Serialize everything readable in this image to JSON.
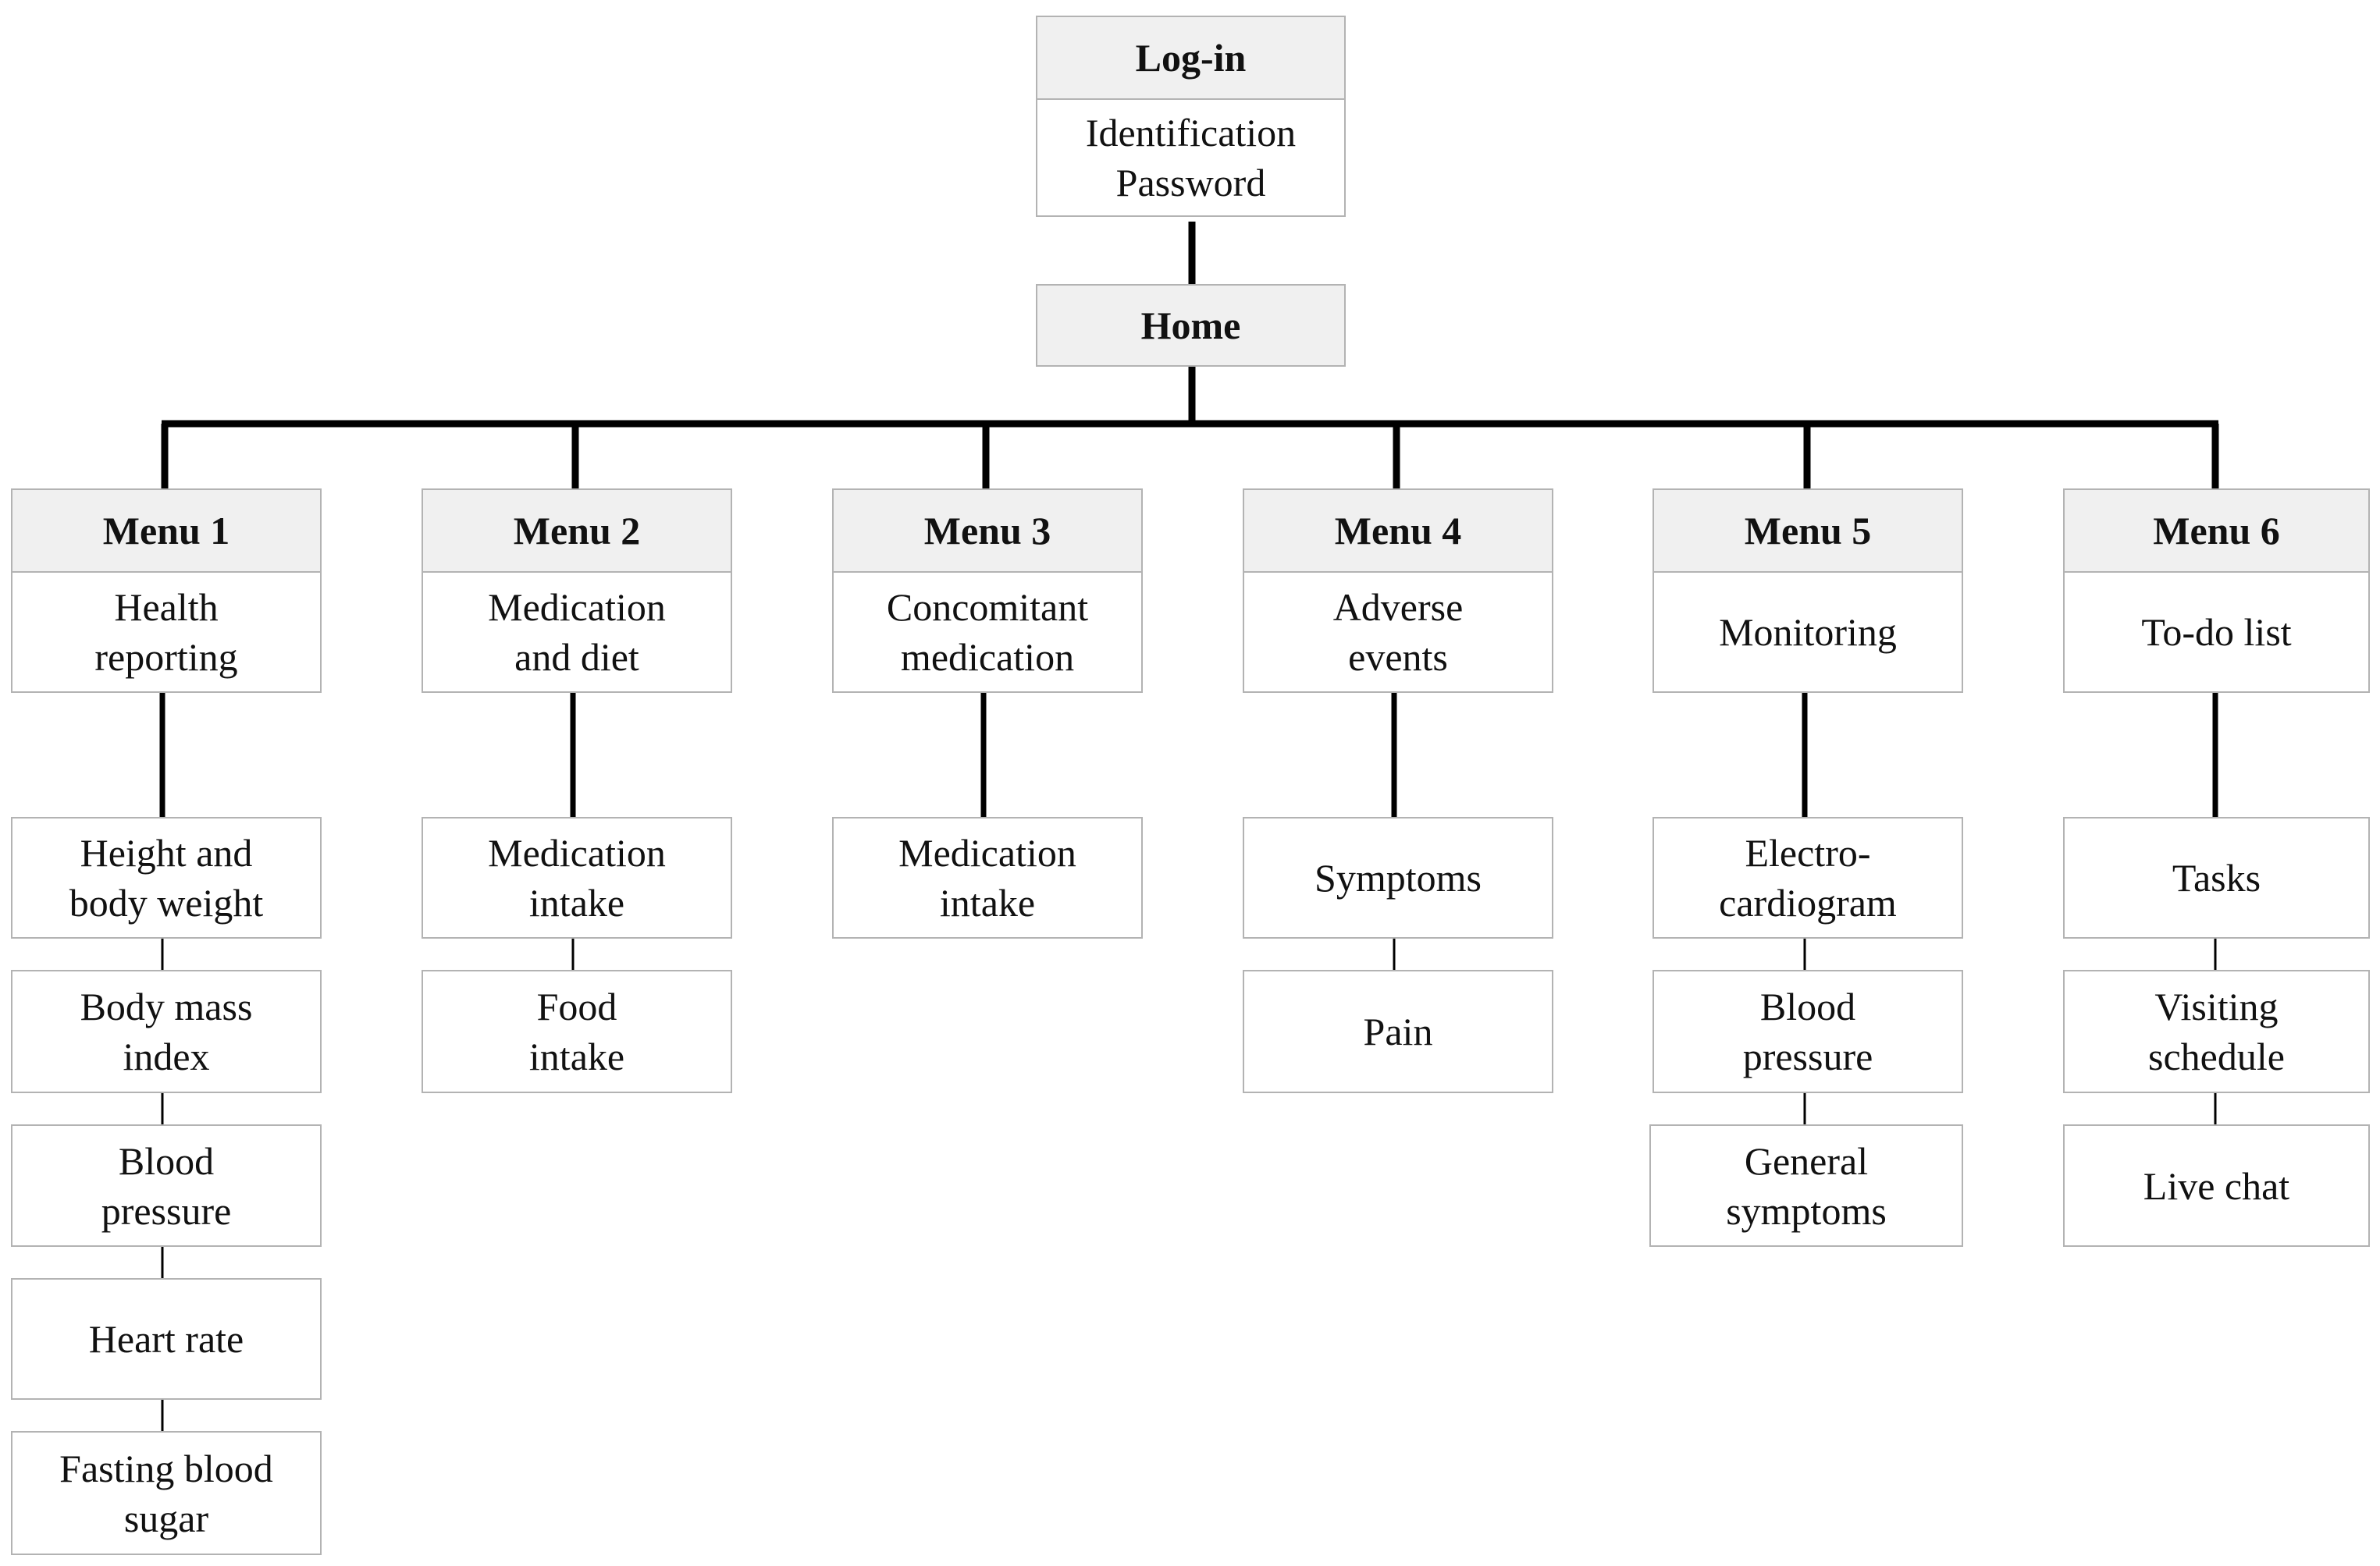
{
  "diagram": {
    "login": {
      "title": "Log-in",
      "body": "Identification\nPassword"
    },
    "home": {
      "title": "Home"
    },
    "menus": [
      {
        "title": "Menu 1",
        "body": "Health\nreporting",
        "items": [
          "Height and\nbody weight",
          "Body mass\nindex",
          "Blood\npressure",
          "Heart rate",
          "Fasting blood\nsugar"
        ]
      },
      {
        "title": "Menu 2",
        "body": "Medication\nand diet",
        "items": [
          "Medication\nintake",
          "Food\nintake"
        ]
      },
      {
        "title": "Menu 3",
        "body": "Concomitant\nmedication",
        "items": [
          "Medication\nintake"
        ]
      },
      {
        "title": "Menu 4",
        "body": "Adverse\nevents",
        "items": [
          "Symptoms",
          "Pain"
        ]
      },
      {
        "title": "Menu 5",
        "body": "Monitoring",
        "items": [
          "Electro-\ncardiogram",
          "Blood\npressure",
          "General\nsymptoms"
        ]
      },
      {
        "title": "Menu 6",
        "body": "To-do list",
        "items": [
          "Tasks",
          "Visiting\nschedule",
          "Live chat"
        ]
      }
    ],
    "colors": {
      "box_border": "#b3b3b3",
      "header_fill": "#f0f0f0",
      "connector": "#000000",
      "text": "#111111"
    }
  }
}
